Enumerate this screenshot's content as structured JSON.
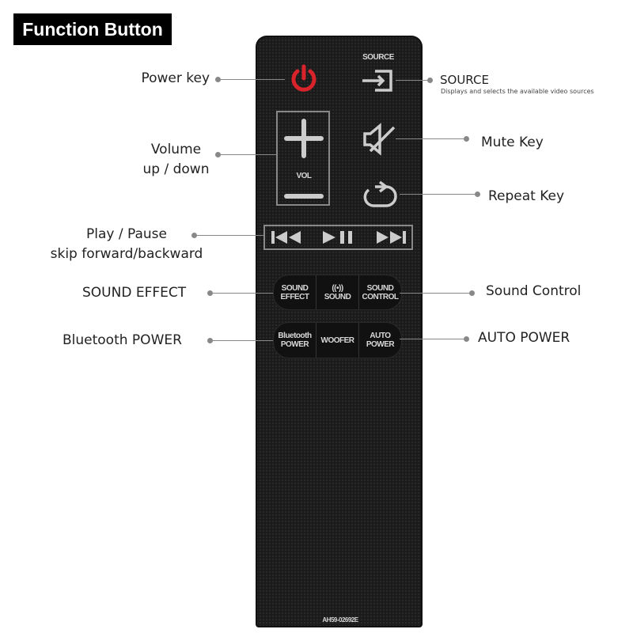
{
  "title": "Function Button",
  "remote": {
    "source_label": "SOURCE",
    "vol_label": "VOL",
    "row1": [
      "SOUND EFFECT",
      "SOUND",
      "SOUND CONTROL"
    ],
    "row1_lines": [
      [
        "SOUND",
        "EFFECT"
      ],
      [
        "((•))",
        "SOUND"
      ],
      [
        "SOUND",
        "CONTROL"
      ]
    ],
    "row2_lines": [
      [
        "Bluetooth",
        "POWER"
      ],
      [
        "WOOFER",
        ""
      ],
      [
        "AUTO",
        "POWER"
      ]
    ],
    "model": "AH59-02692E",
    "power_color": "#d8232a"
  },
  "callouts": {
    "power": "Power key",
    "volume": [
      "Volume",
      "up / down"
    ],
    "play": [
      "Play / Pause",
      "skip forward/backward"
    ],
    "sound_effect": "SOUND EFFECT",
    "bluetooth": "Bluetooth POWER",
    "source": "SOURCE",
    "source_desc": "Displays and selects the available video sources",
    "mute": "Mute Key",
    "repeat": "Repeat Key",
    "sound_control": "Sound Control",
    "auto_power": "AUTO POWER"
  }
}
